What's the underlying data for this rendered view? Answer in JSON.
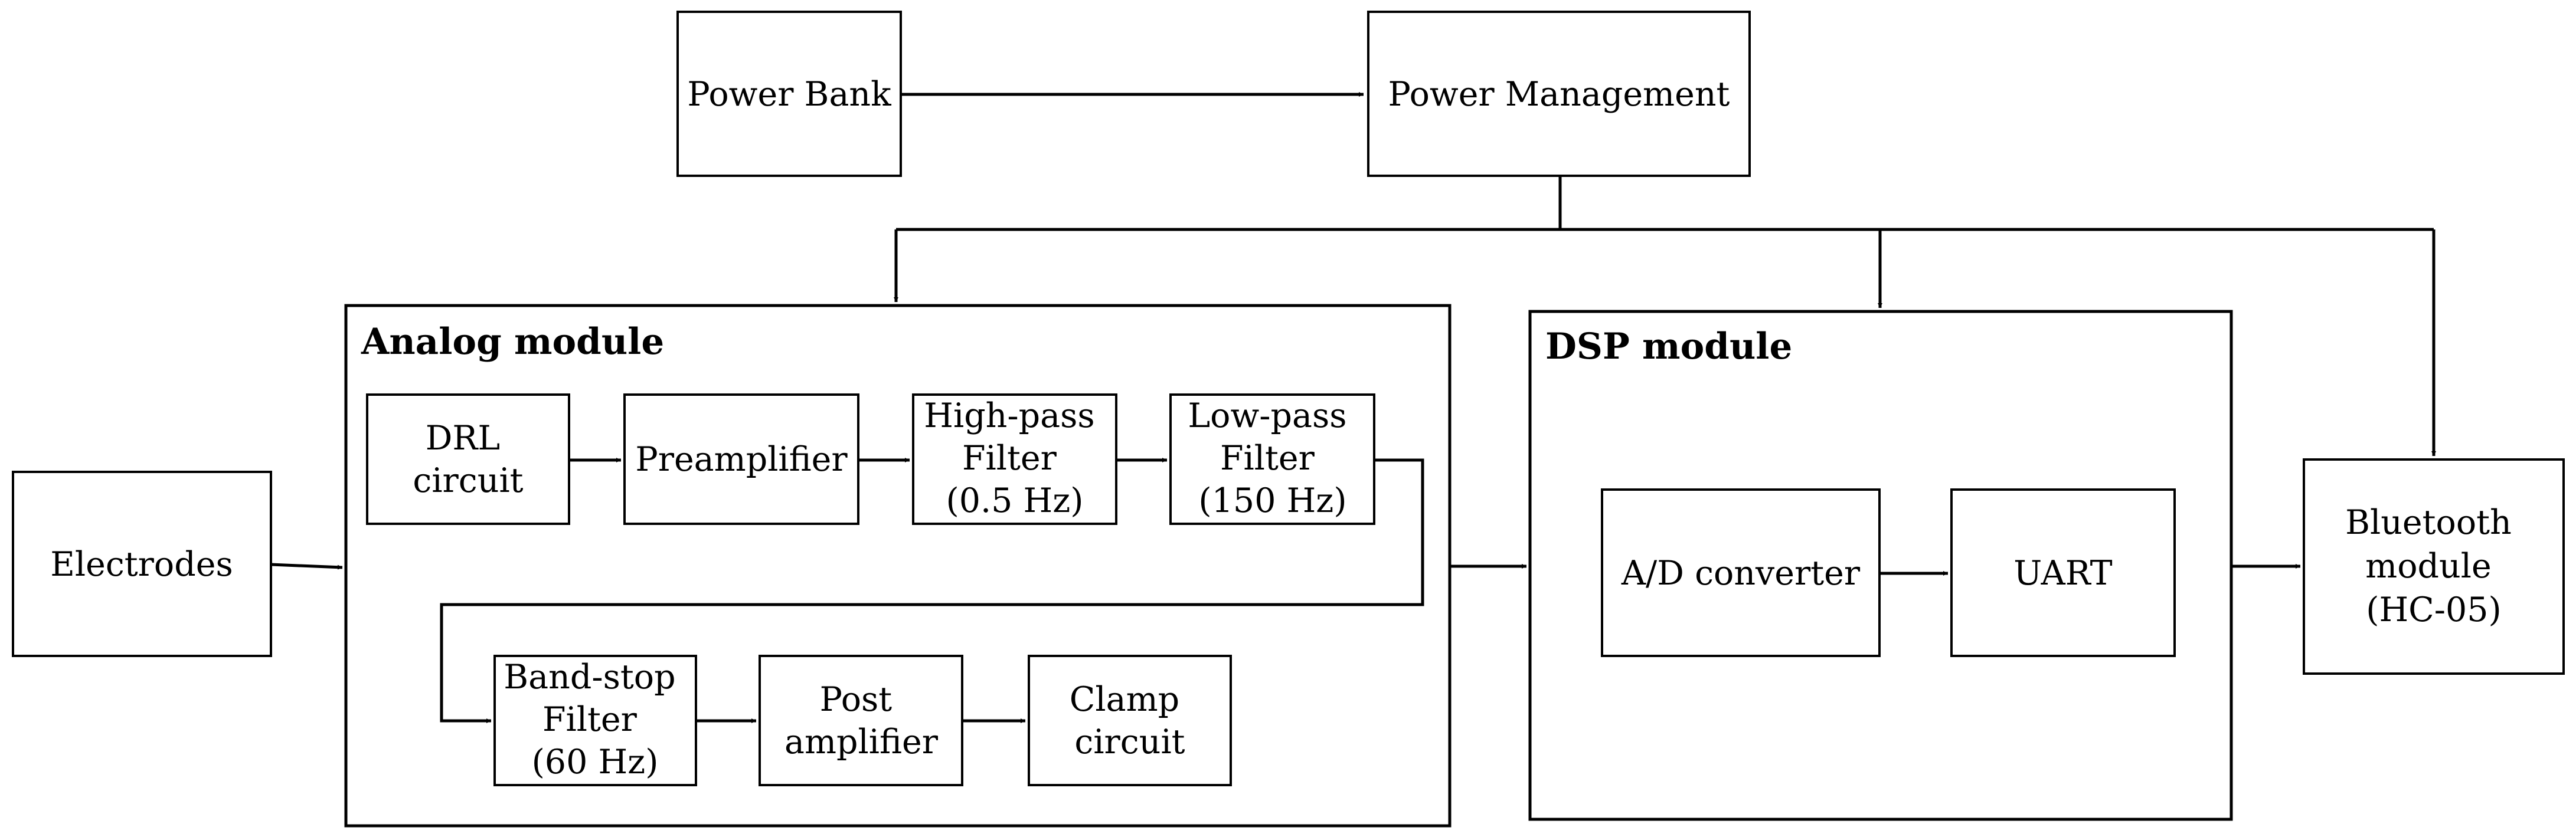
{
  "blocks": {
    "power_bank": [
      "Power Bank"
    ],
    "power_management": [
      "Power Management"
    ],
    "electrodes": [
      "Electrodes"
    ],
    "drl": [
      "DRL",
      "circuit"
    ],
    "preamplifier": [
      "Preamplifier"
    ],
    "high_pass": [
      "High-pass",
      "Filter",
      "(0.5 Hz)"
    ],
    "low_pass": [
      "Low-pass",
      "Filter",
      "(150 Hz)"
    ],
    "band_stop": [
      "Band-stop",
      "Filter",
      "(60 Hz)"
    ],
    "post_amp": [
      "Post",
      "amplifier"
    ],
    "clamp": [
      "Clamp",
      "circuit"
    ],
    "adc": [
      "A/D converter"
    ],
    "uart": [
      "UART"
    ],
    "bluetooth": [
      "Bluetooth",
      "module",
      "(HC-05)"
    ]
  },
  "modules": {
    "analog": "Analog module",
    "dsp": "DSP module"
  }
}
